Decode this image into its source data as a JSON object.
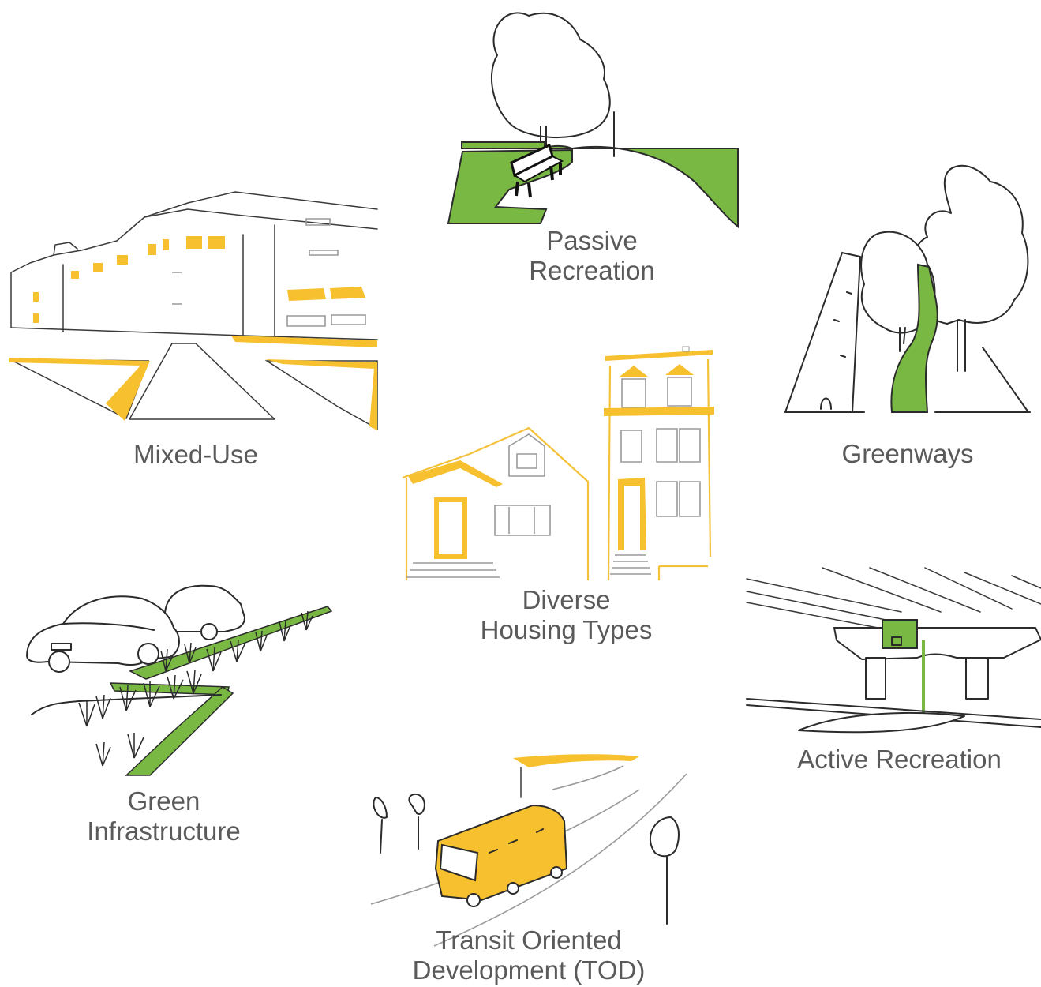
{
  "colors": {
    "green": "#79b843",
    "yellow": "#f6c02e",
    "line": "#2b2b2b",
    "text": "#5a5a5a"
  },
  "items": {
    "passive_recreation": {
      "lines": [
        "Passive",
        "Recreation"
      ]
    },
    "mixed_use": {
      "lines": [
        "Mixed-Use"
      ]
    },
    "greenways": {
      "lines": [
        "Greenways"
      ]
    },
    "diverse_housing": {
      "lines": [
        "Diverse",
        "Housing Types"
      ]
    },
    "green_infrastructure": {
      "lines": [
        "Green",
        "Infrastructure"
      ]
    },
    "active_recreation": {
      "lines": [
        "Active Recreation"
      ]
    },
    "tod": {
      "lines": [
        "Transit Oriented",
        "Development (TOD)"
      ]
    }
  }
}
